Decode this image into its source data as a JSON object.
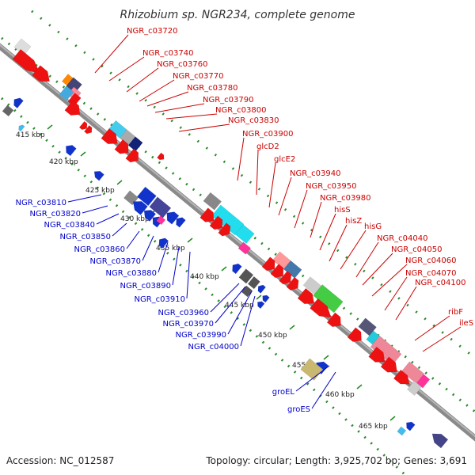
{
  "title": "Rhizobium sp. NGR234, complete genome",
  "accession": "Accession: NC_012587",
  "topology": "Topology: circular; Length: 3,925,702 bp; Genes: 3,691",
  "colors": {
    "forward_label": "#cc0000",
    "reverse_label": "#0000cc",
    "backbone": "#888888",
    "tick_dots": "#228b22"
  },
  "kbp_ticks": [
    "415 kbp",
    "420 kbp",
    "425 kbp",
    "430 kbp",
    "435 kbp",
    "440 kbp",
    "445 kbp",
    "450 kbp",
    "455 kbp",
    "460 kbp",
    "465 kbp"
  ],
  "forward_labels": [
    "NGR_c03720",
    "NGR_c03740",
    "NGR_c03760",
    "NGR_c03770",
    "NGR_c03780",
    "NGR_c03790",
    "NGR_c03800",
    "NGR_c03830",
    "NGR_c03900",
    "glcD2",
    "glcE2",
    "NGR_c03940",
    "NGR_c03950",
    "NGR_c03980",
    "hisS",
    "hisZ",
    "hisG",
    "NGR_c04040",
    "NGR_c04050",
    "NGR_c04060",
    "NGR_c04070",
    "NGR_c04100",
    "ribF",
    "ileS"
  ],
  "reverse_labels": [
    "NGR_c03810",
    "NGR_c03820",
    "NGR_c03840",
    "NGR_c03850",
    "NGR_c03860",
    "NGR_c03870",
    "NGR_c03880",
    "NGR_c03890",
    "NGR_c03910",
    "NGR_c03960",
    "NGR_c03970",
    "NGR_c03990",
    "NGR_c04000",
    "groEL",
    "groES"
  ]
}
